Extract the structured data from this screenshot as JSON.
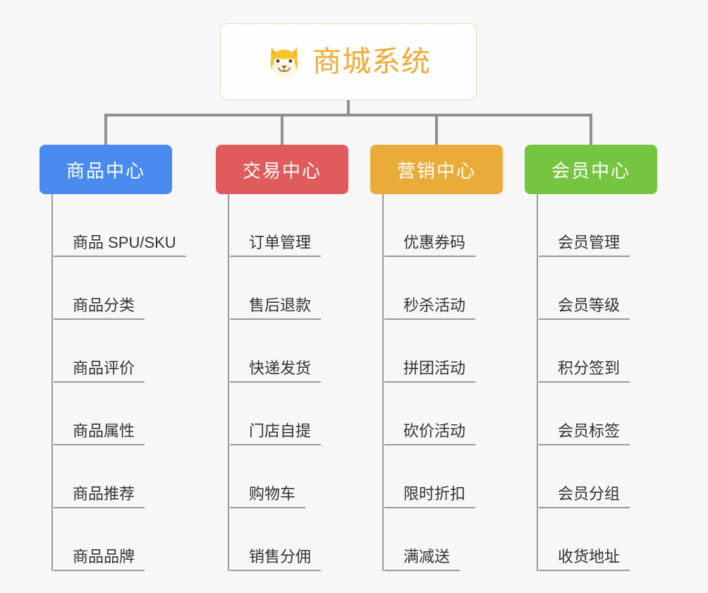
{
  "root": {
    "title": "商城系统",
    "icon": "dog-face-icon",
    "accent_color": "#eeab36",
    "border_style": "dotted",
    "background": "#fefefe"
  },
  "canvas": {
    "background": "#f7f7f7",
    "connector_color": "#909090"
  },
  "categories": [
    {
      "label": "商品中心",
      "color": "#4a8bf0",
      "color_name": "blue",
      "items": [
        "商品 SPU/SKU",
        "商品分类",
        "商品评价",
        "商品属性",
        "商品推荐",
        "商品品牌"
      ]
    },
    {
      "label": "交易中心",
      "color": "#e05c5c",
      "color_name": "red",
      "items": [
        "订单管理",
        "售后退款",
        "快递发货",
        "门店自提",
        "购物车",
        "销售分佣"
      ]
    },
    {
      "label": "营销中心",
      "color": "#eaac39",
      "color_name": "orange",
      "items": [
        "优惠券码",
        "秒杀活动",
        "拼团活动",
        "砍价活动",
        "限时折扣",
        "满减送"
      ]
    },
    {
      "label": "会员中心",
      "color": "#76c540",
      "color_name": "green",
      "items": [
        "会员管理",
        "会员等级",
        "积分签到",
        "会员标签",
        "会员分组",
        "收货地址"
      ]
    }
  ]
}
